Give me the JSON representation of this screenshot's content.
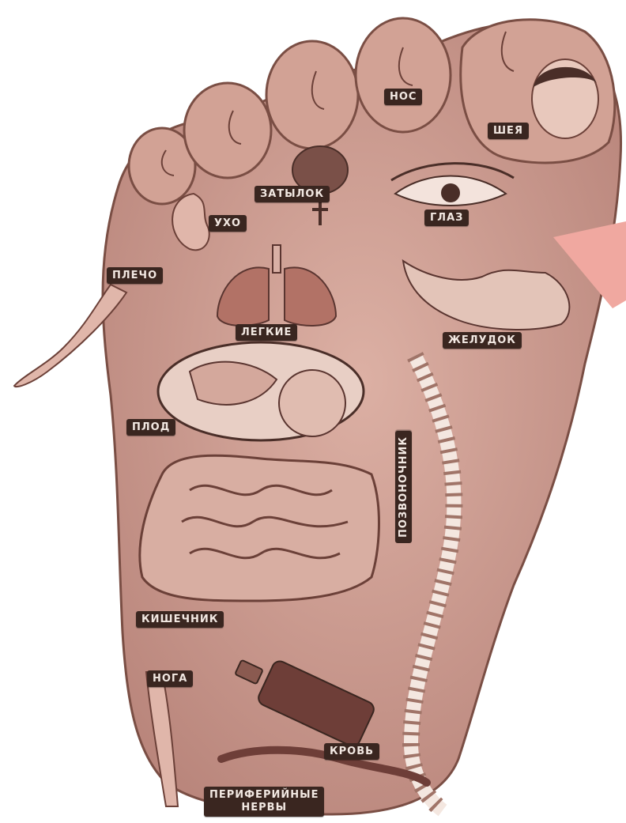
{
  "labels": {
    "nose": "НОС",
    "neck": "ШЕЯ",
    "occiput": "ЗАТЫЛОК",
    "eye": "ГЛАЗ",
    "ear": "УХО",
    "shoulder": "ПЛЕЧО",
    "lungs": "ЛЕГКИЕ",
    "stomach": "ЖЕЛУДОК",
    "fetus": "ПЛОД",
    "spine": "ПОЗВОНОЧНИК",
    "intestine": "КИШЕЧНИК",
    "leg": "НОГА",
    "blood": "КРОВЬ",
    "nerves_line1": "ПЕРИФЕРИЙНЫЕ",
    "nerves_line2": "НЕРВЫ"
  },
  "colors": {
    "skin": "#c9968a",
    "skin_light": "#dcb0a4",
    "outline": "#7a4e44",
    "label_bg": "#3a2620",
    "label_text": "#f2e8e2",
    "accent_pink": "#f0a8a0"
  }
}
